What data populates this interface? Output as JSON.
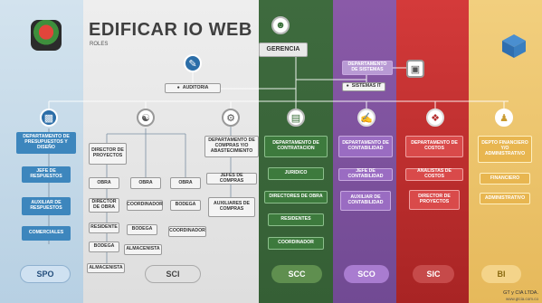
{
  "title": "EDIFICAR IO WEB",
  "subtitle": "ROLES",
  "top": {
    "gerencia": "GERENCIA",
    "auditoria": "AUDITORIA",
    "depto_sistemas": "DEPARTAMENTO DE SISTEMAS",
    "sistemas_it": "SISTEMAS IT"
  },
  "spo": {
    "head": "DEPARTAMENTO DE PRESUPUESTOS Y DISEÑO",
    "items": [
      "JEFE DE RESPUESTOS",
      "AUXILIAR DE RESPUESTOS",
      "COMERCIALES"
    ]
  },
  "sci": {
    "director": "DIRECTOR DE PROYECTOS",
    "obra1": "OBRA",
    "obra2": "OBRA",
    "obra3": "OBRA",
    "director_obra": "DIRECTOR DE OBRA",
    "residente": "RESIDENTE",
    "bodega1": "BODEGA",
    "almacenista1": "ALMACENISTA",
    "coordinador1": "COORDINADOR",
    "bodega2": "BODEGA",
    "almacenista2": "ALMACENISTA",
    "bodega3": "BODEGA",
    "coordinador2": "COORDINADOR",
    "compras_head": "DEPARTAMENTO DE COMPRAS Y/O ABASTECIMIENTO",
    "jefes_compras": "JEFES DE COMPRAS",
    "aux_compras": "AUXILIARES DE COMPRAS"
  },
  "scc": {
    "head": "DEPARTAMENTO DE CONTRATACION",
    "items": [
      "JURIDICO",
      "DIRECTORES DE OBRA",
      "RESIDENTES",
      "COORDINADOR"
    ]
  },
  "sco": {
    "head": "DEPARTAMENTO DE CONTABILIDAD",
    "items": [
      "JEFE DE CONTABILIDAD",
      "AUXILIAR DE CONTABILIDAD"
    ]
  },
  "sic": {
    "head": "DEPARTAMENTO DE COSTOS",
    "items": [
      "ANALISTAS DE COSTOS",
      "DIRECTOR DE PROYECTOS"
    ]
  },
  "bi": {
    "head": "DEPTO FINANCIERO Y/O ADMINISTRATIVO",
    "items": [
      "FINANCIERO",
      "ADMINISTRATIVO"
    ]
  },
  "pills": [
    "SPO",
    "SCI",
    "SCC",
    "SCO",
    "SIC",
    "BI"
  ],
  "footer": {
    "company": "GT y CIA LTDA.",
    "url": "www.gtcia.com.co"
  },
  "icons": {
    "logo": "app-logo-icon",
    "gerencia": "manager-icon",
    "auditoria": "audit-icon",
    "sistemas": "computer-icon",
    "spo": "monitor-icon",
    "sci": "org-chart-icon",
    "compras": "gear-icon",
    "scc": "document-icon",
    "sco": "edit-document-icon",
    "sic": "network-icon",
    "bi": "users-icon",
    "corner": "cubes-icon"
  },
  "colors": {
    "spo": "#b7d0e3",
    "sci": "#dedede",
    "scc": "#3e6b3e",
    "sco": "#8a5aa8",
    "sic": "#d43a3a",
    "bi": "#f2cf7e"
  }
}
